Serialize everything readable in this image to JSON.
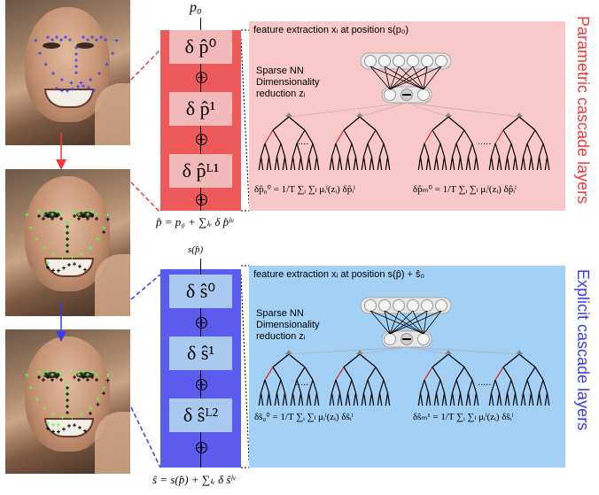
{
  "top_input": "p₀",
  "parametric": {
    "side_label": "Parametric cascade layers",
    "color": "#ee3b3b",
    "steps": [
      "δ p̂⁰",
      "δ p̂¹",
      "δ p̂ᴸ¹"
    ],
    "feature_caption": "feature extraction xᵢ at position s(p₀)",
    "sparse_line1": "Sparse NN",
    "sparse_line2": "Dimensionality",
    "sparse_line3": "reduction zᵢ",
    "formula_left": "δp̂₀⁰ = 1/T ∑ᵢ ∑ₗ μᵢˡ(zᵢ) δp̂ᵢˡ",
    "formula_right": "δp̂ₘ⁰ = 1/T ∑ᵢ ∑ₗ μᵢˡ(zᵢ) δp̂ᵢˡ",
    "result": "p̂ = p₀ + ∑ₗᵥ δ p̂ˡᵛ",
    "dots": "....."
  },
  "between": "s(p̂)",
  "explicit": {
    "side_label": "Explicit cascade layers",
    "color": "#6666ee",
    "steps": [
      "δ ŝ⁰",
      "δ ŝ¹",
      "δ ŝᴸ²"
    ],
    "feature_caption": "feature extraction xᵢ at position s(p̂) + ŝ₀",
    "sparse_line1": "Sparse NN",
    "sparse_line2": "Dimensionality",
    "sparse_line3": "reduction zᵢ",
    "formula_left": "δŝ₀⁰ = 1/T ∑ᵢ ∑ₗ μᵢˡ(zᵢ) δŝᵢˡ",
    "formula_right": "δŝₘ¹ = 1/T ∑ᵢ ∑ₗ μᵢˡ(zᵢ) δŝᵢˡ",
    "result": "ŝ = s(p̂) + ∑ₗᵥ δ ŝˡᵛ",
    "dots": "....."
  }
}
